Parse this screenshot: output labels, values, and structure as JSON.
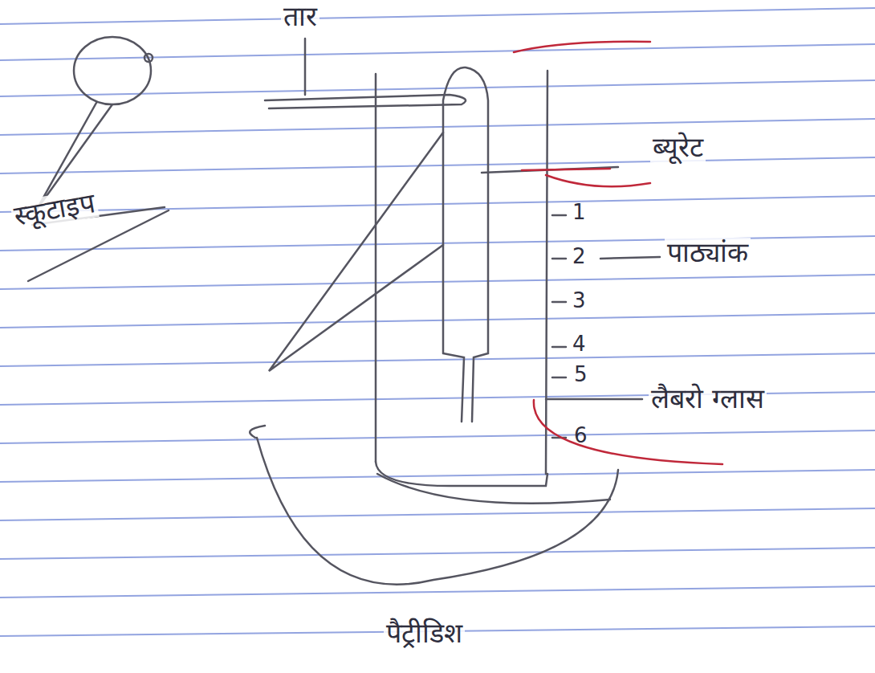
{
  "diagram": {
    "labels": [
      "तार",
      "ब्यूरेट",
      "1",
      "2",
      "3",
      "4",
      "5",
      "6",
      "पाठ्यांक",
      "लैबरो ग्लास",
      "पैट्रीडिश",
      "स्कूटाइप"
    ]
  }
}
